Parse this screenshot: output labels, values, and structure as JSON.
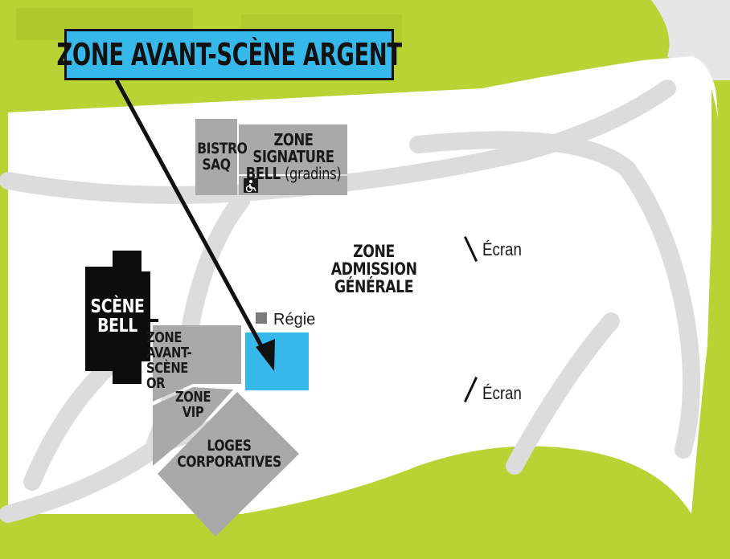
{
  "title": "ZONE AVANT-SCÈNE ARGENT",
  "zones": {
    "bistro_line1": "BISTRO",
    "bistro_line2": "SAQ",
    "signature_line1": "ZONE SIGNATURE",
    "signature_line2_bold": "BELL",
    "signature_line2_rest": "(gradins)",
    "admission_line1": "ZONE",
    "admission_line2": "ADMISSION",
    "admission_line3": "GÉNÉRALE",
    "stage_line1": "SCÈNE",
    "stage_line2": "BELL",
    "or_line1": "ZONE",
    "or_line2": "AVANT-SCÈNE",
    "or_line3": "OR",
    "vip_line1": "ZONE",
    "vip_line2": "VIP",
    "loges_line1": "LOGES",
    "loges_line2": "CORPORATIVES"
  },
  "regie": "Régie",
  "screen1": "Écran",
  "screen2": "Écran",
  "accessibility_icon": "wheelchair-icon",
  "colors": {
    "grass": "#b9d334",
    "ground": "#ffffff",
    "paths": "#dcdcdc",
    "zones": "#a9a9a9",
    "highlight": "#36b9ea",
    "stage": "#0d0d0d"
  }
}
